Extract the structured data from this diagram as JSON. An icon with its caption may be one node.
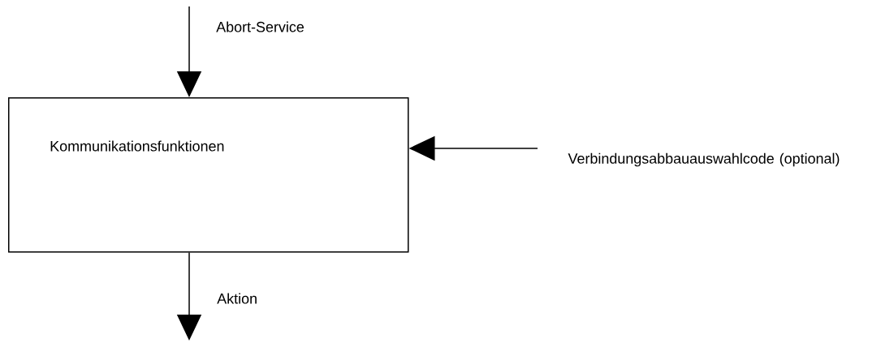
{
  "diagram": {
    "nodes": [
      {
        "text": [
          "Kommunikationsfunktionen"
        ]
      },
      {
        "text": [
          "Verbindungsabbauauswahlcode (optional)"
        ]
      }
    ],
    "edges": [
      {
        "from": null,
        "to": 0,
        "arrow": "to",
        "label": "Abort-Service"
      },
      {
        "from": 1,
        "to": 0,
        "arrow": "to"
      },
      {
        "from": 0,
        "to": null,
        "arrow": "to",
        "label": "Aktion"
      }
    ]
  }
}
